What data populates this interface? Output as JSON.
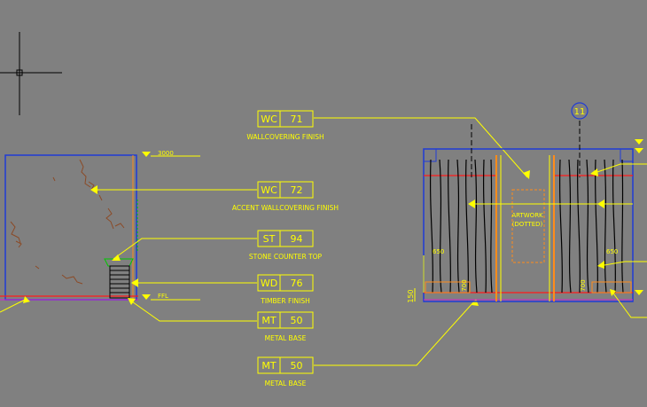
{
  "colors": {
    "background": "#808080",
    "yellow": "#ffff00",
    "blue": "#1f3bd6",
    "red": "#ff1a1a",
    "orange": "#ff8c1a",
    "brown": "#8b4a26",
    "black": "#000000",
    "green": "#00c800",
    "magenta": "#d020d0",
    "white": "#ffffff"
  },
  "tags": [
    {
      "code": "WC",
      "number": "71",
      "caption": "WALLCOVERING FINISH"
    },
    {
      "code": "WC",
      "number": "72",
      "caption": "ACCENT WALLCOVERING FINISH"
    },
    {
      "code": "ST",
      "number": "94",
      "caption": "STONE COUNTER TOP"
    },
    {
      "code": "WD",
      "number": "76",
      "caption": "TIMBER FINISH"
    },
    {
      "code": "MT",
      "number": "50",
      "caption": "METAL BASE"
    },
    {
      "code": "MT",
      "number": "50",
      "caption": "METAL BASE"
    }
  ],
  "left_elevation": {
    "level_top": "3000",
    "level_floor": "FFL"
  },
  "right_elevation": {
    "grid_bubble": "11",
    "artwork_line1": "ARTWORK",
    "artwork_line2": "(DOTTED)",
    "dim_left_height": "650",
    "dim_right_height": "650",
    "dim_base": "150",
    "dim_left_700": "700",
    "dim_right_700": "700"
  }
}
